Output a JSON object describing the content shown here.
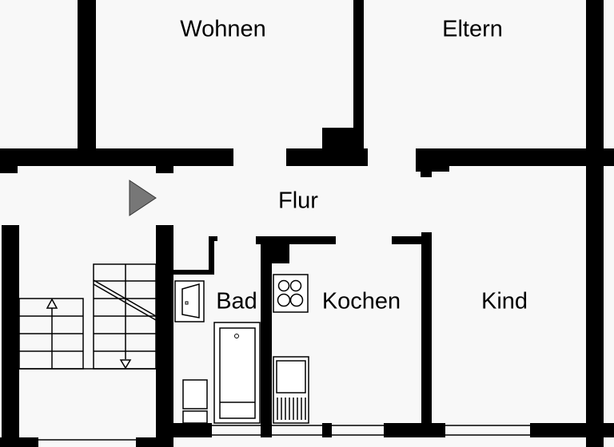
{
  "rooms": {
    "wohnen": "Wohnen",
    "eltern": "Eltern",
    "flur": "Flur",
    "bad": "Bad",
    "kochen": "Kochen",
    "kind": "Kind"
  },
  "colors": {
    "wall": "#000000",
    "background": "#f8f8f8",
    "entrance_marker": "#777777"
  },
  "icons": {
    "entrance": "triangle-right-icon",
    "stairs_up": "triangle-up-icon",
    "stairs_down": "triangle-down-icon"
  }
}
